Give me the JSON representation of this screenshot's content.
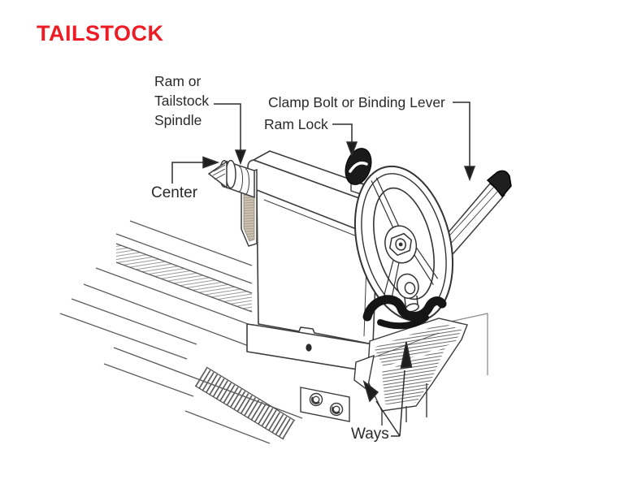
{
  "title": {
    "text": "TAILSTOCK",
    "color": "#ed1c24"
  },
  "labels": {
    "ram_spindle": {
      "line1": "Ram or",
      "line2": "Tailstock",
      "line3": "Spindle"
    },
    "clamp_bolt": "Clamp Bolt or Binding Lever",
    "ram_lock": "Ram Lock",
    "center": "Center",
    "ways": "Ways"
  },
  "colors": {
    "title_red": "#ed1c24",
    "label_text": "#2a2a2a",
    "line_ink": "#3a3a3a",
    "knob_black": "#1a1a1a",
    "bracket_tan": "#cdc3b2",
    "background": "#ffffff"
  }
}
